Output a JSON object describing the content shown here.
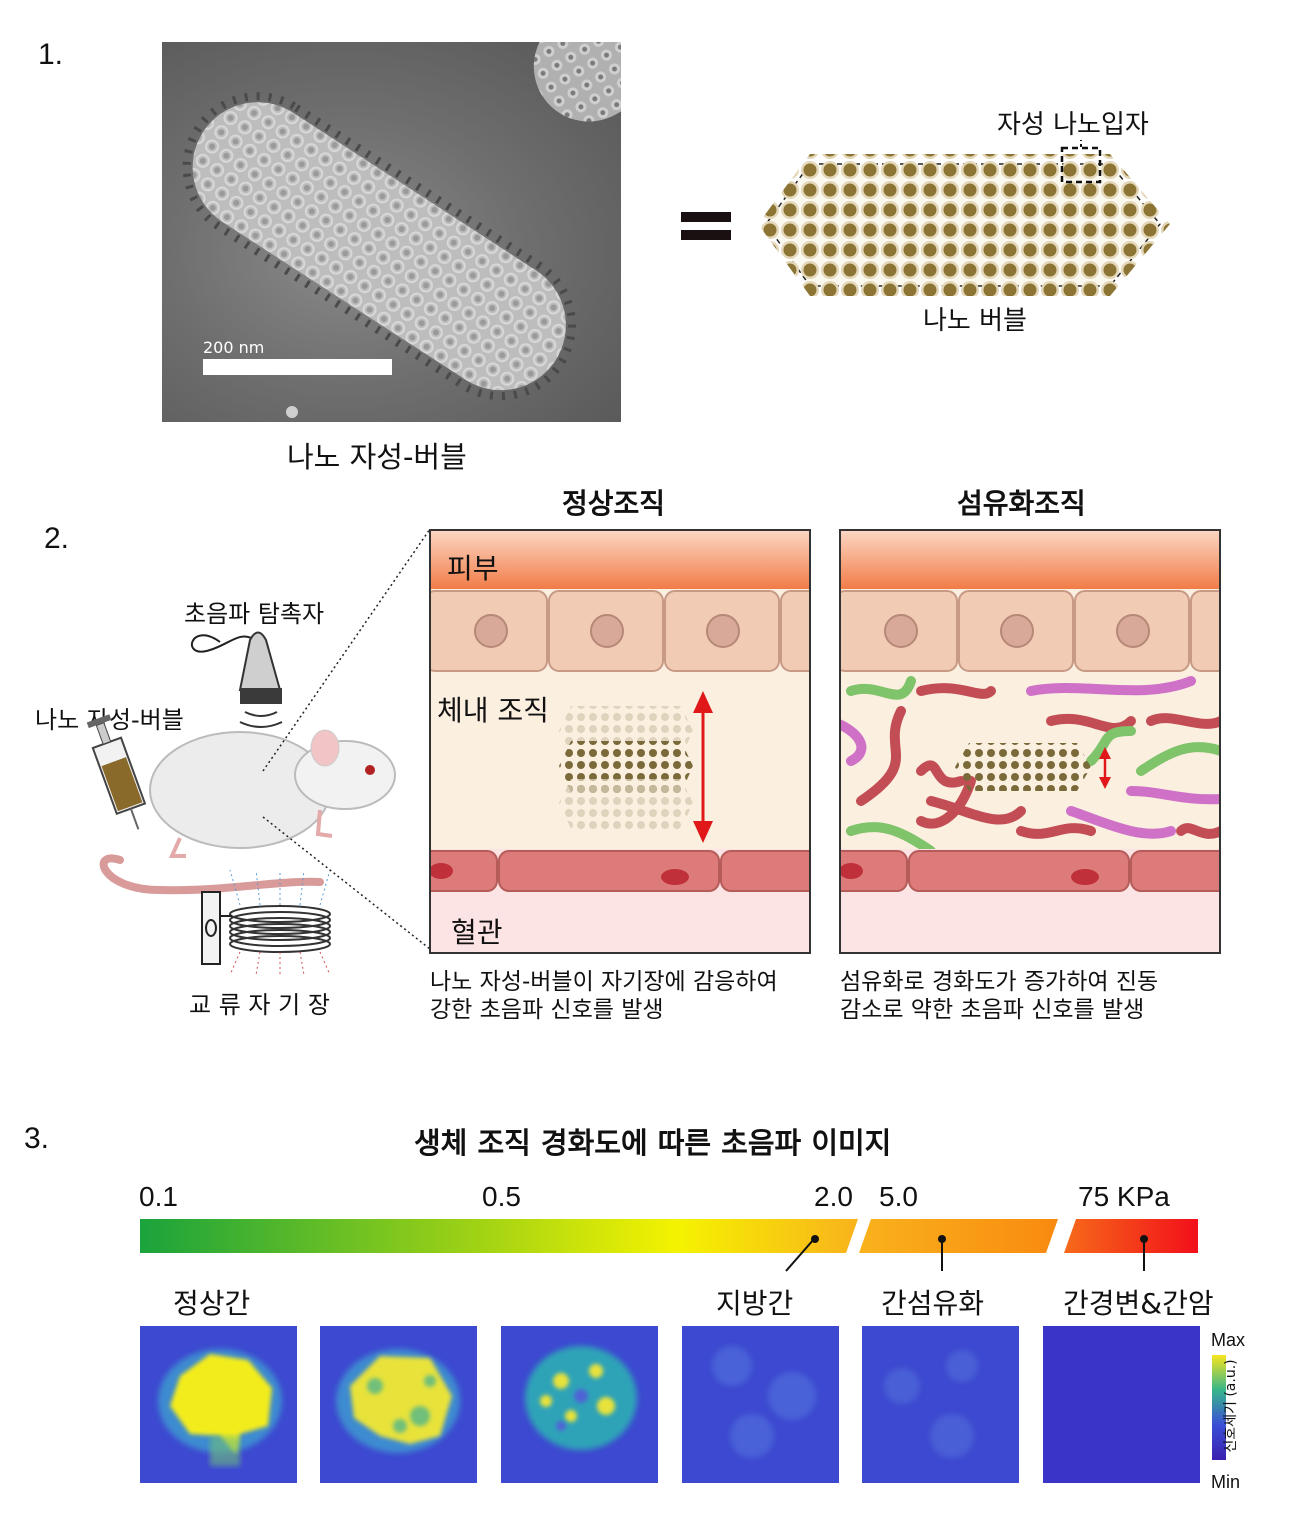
{
  "section1": {
    "number": "1.",
    "scale_label": "200 nm",
    "em_caption": "나노 자성-버블",
    "equals": "=",
    "particle_label": "자성 나노입자",
    "bubble_label": "나노 버블"
  },
  "section2": {
    "number": "2.",
    "probe_label": "초음파 탐촉자",
    "injection_label": "나노 자성-버블",
    "field_label": "교 류 자 기 장",
    "panel_normal": {
      "title": "정상조직",
      "skin": "피부",
      "tissue": "체내 조직",
      "vessel": "혈관",
      "caption_line1": "나노 자성-버블이 자기장에 감응하여",
      "caption_line2": "강한 초음파 신호를 발생"
    },
    "panel_fibrotic": {
      "title": "섬유화조직",
      "caption_line1": "섬유화로 경화도가 증가하여 진동",
      "caption_line2": "감소로 약한 초음파 신호를 발생"
    }
  },
  "section3": {
    "number": "3.",
    "title": "생체 조직 경화도에 따른 초음파 이미지",
    "stiffness_ticks": [
      "0.1",
      "0.5",
      "2.0",
      "5.0",
      "75 KPa"
    ],
    "categories": [
      "정상간",
      "지방간",
      "간섬유화",
      "간경변&간암"
    ],
    "colorbar": {
      "max": "Max",
      "min": "Min",
      "axis_label": "신호세기 (a.u.)"
    },
    "colors": {
      "gradient_green": "#1aa33c",
      "gradient_yellow": "#f5f300",
      "gradient_orange": "#f9a21c",
      "gradient_red": "#f20f1a",
      "image_background": "#3c49d0"
    },
    "images": [
      {
        "signal": "very high"
      },
      {
        "signal": "high"
      },
      {
        "signal": "medium"
      },
      {
        "signal": "low"
      },
      {
        "signal": "low"
      },
      {
        "signal": "minimal"
      }
    ]
  }
}
